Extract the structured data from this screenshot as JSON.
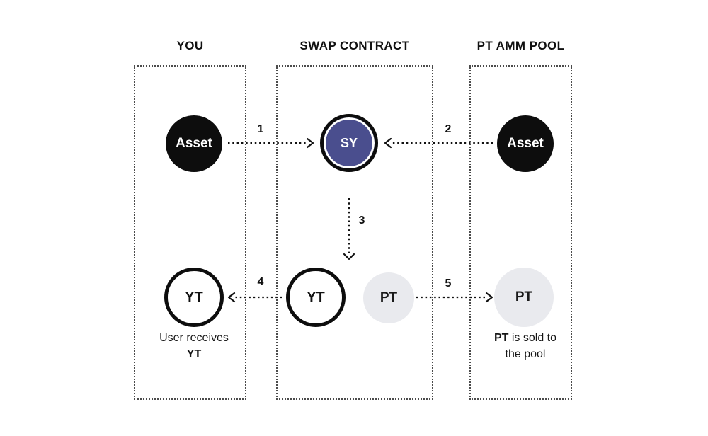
{
  "diagram": {
    "columns": {
      "you": {
        "title": "YOU"
      },
      "swap": {
        "title": "SWAP CONTRACT"
      },
      "pool": {
        "title": "PT AMM POOL"
      }
    },
    "nodes": {
      "asset_you": {
        "label": "Asset"
      },
      "sy": {
        "label": "SY"
      },
      "asset_pool": {
        "label": "Asset"
      },
      "yt_you": {
        "label": "YT"
      },
      "yt_swap": {
        "label": "YT"
      },
      "pt_swap": {
        "label": "PT"
      },
      "pt_pool": {
        "label": "PT"
      }
    },
    "step_labels": [
      "1",
      "2",
      "3",
      "4",
      "5"
    ],
    "captions": {
      "user_receives": {
        "line1": "User receives",
        "line2_bold": "YT"
      },
      "pt_sold": {
        "line1_bold": "PT",
        "line1_rest": " is sold to",
        "line2": "the pool"
      }
    },
    "colors": {
      "node_black": "#0d0d0d",
      "sy_fill": "#4a4e8e",
      "pt_fill": "#e9eaee",
      "dotted_border": "#4b4b4b",
      "text_dark": "#111111",
      "text_light": "#ffffff"
    }
  }
}
